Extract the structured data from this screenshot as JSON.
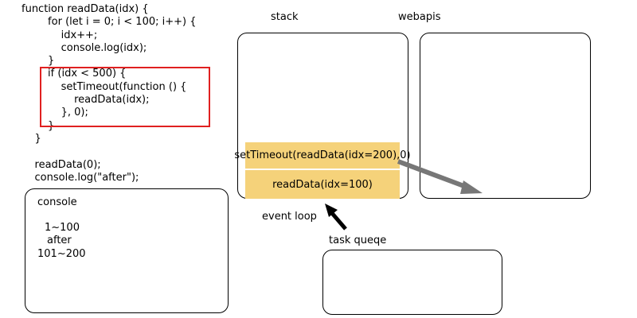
{
  "code": {
    "lines": [
      "function readData(idx) {",
      "        for (let i = 0; i < 100; i++) {",
      "            idx++;",
      "            console.log(idx);",
      "        }",
      "        if (idx < 500) {",
      "            setTimeout(function () {",
      "                readData(idx);",
      "            }, 0);",
      "        }",
      "    }",
      "",
      "    readData(0);",
      "    console.log(\"after\");"
    ]
  },
  "console": {
    "title": "console",
    "lines": [
      "1~100",
      "after",
      "101~200"
    ]
  },
  "stack": {
    "title": "stack",
    "frames": [
      "setTimeout(readData(idx=200),0)",
      "readData(idx=100)"
    ]
  },
  "webapis": {
    "title": "webapis"
  },
  "event_loop": {
    "label": "event loop"
  },
  "task_queue": {
    "title": "task queqe"
  },
  "colors": {
    "highlight": "#e02020",
    "frame": "#f5d27a",
    "arrow_gray": "#777777",
    "arrow_black": "#000000"
  }
}
